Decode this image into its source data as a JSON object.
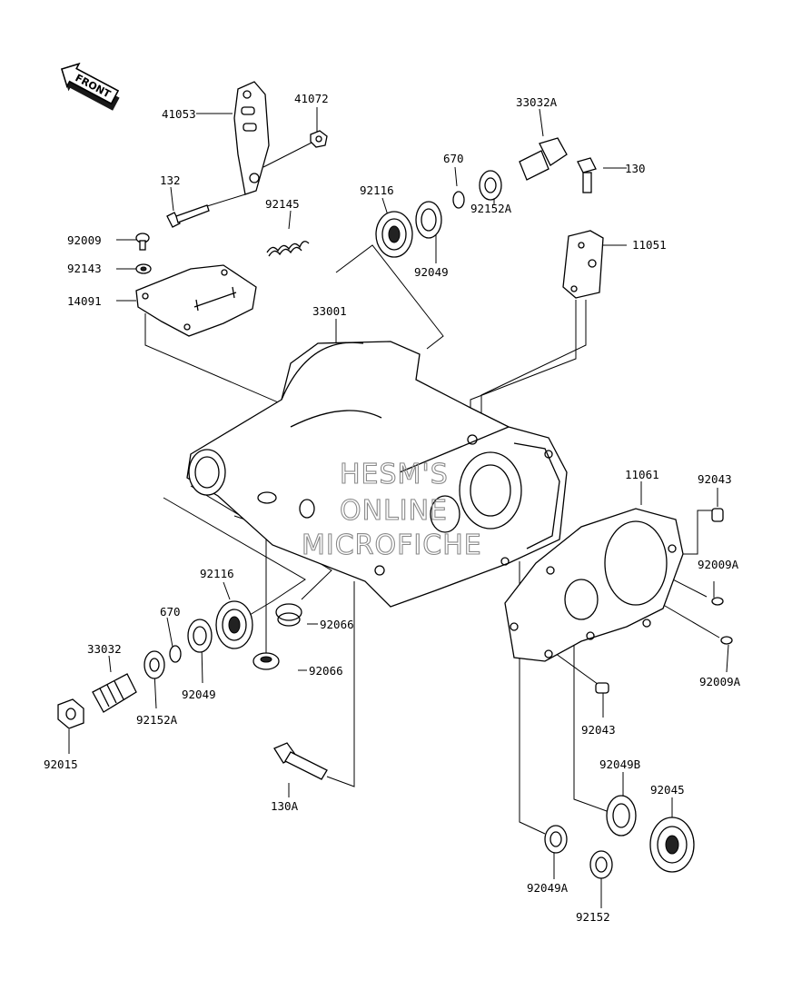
{
  "front_label": "FRONT",
  "watermark": [
    "HESM'S",
    "ONLINE",
    "MICROFICHE"
  ],
  "parts": {
    "p41053": "41053",
    "p41072": "41072",
    "p33032A": "33032A",
    "p670_top": "670",
    "p130": "130",
    "p132": "132",
    "p92116_top": "92116",
    "p92145": "92145",
    "p92152A_top": "92152A",
    "p11051": "11051",
    "p92009": "92009",
    "p92143": "92143",
    "p92049_top": "92049",
    "p14091": "14091",
    "p33001": "33001",
    "p11061": "11061",
    "p92043_top": "92043",
    "p92009A_a": "92009A",
    "p92009A_b": "92009A",
    "p92116_low": "92116",
    "p670_low": "670",
    "p92066_a": "92066",
    "p92066_b": "92066",
    "p33032": "33032",
    "p92049_low": "92049",
    "p92152A_low": "92152A",
    "p92015": "92015",
    "p92043_low": "92043",
    "p92049B": "92049B",
    "p92045": "92045",
    "p130A": "130A",
    "p92049A": "92049A",
    "p92152": "92152"
  }
}
